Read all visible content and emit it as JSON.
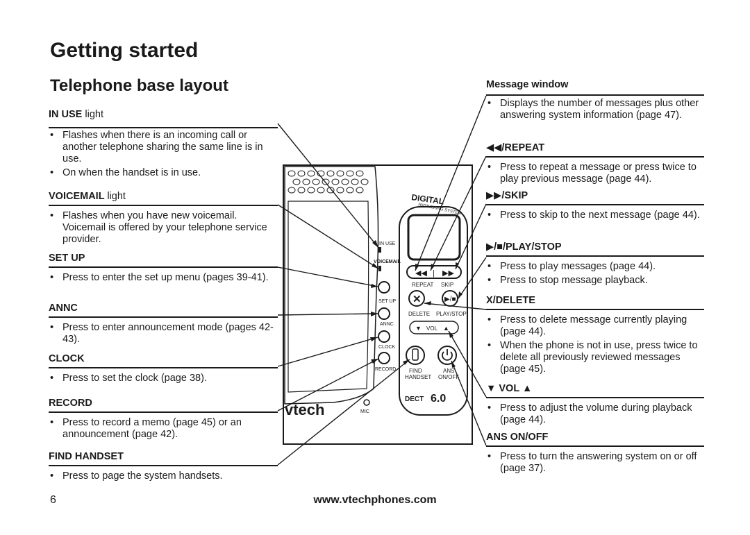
{
  "page": {
    "title": "Getting started",
    "subtitle": "Telephone base layout",
    "page_number": "6",
    "url": "www.vtechphones.com"
  },
  "left": {
    "in_use": {
      "label": "IN USE",
      "suffix": "light",
      "bullets": [
        "Flashes when there is an incoming call or another telephone sharing the same line is in use.",
        "On when the handset is in use."
      ]
    },
    "voicemail": {
      "label": "VOICEMAIL",
      "suffix": "light",
      "bullets": [
        "Flashes when you have new voicemail. Voicemail is offered by your telephone service provider."
      ]
    },
    "set_up": {
      "label": "SET UP",
      "bullets": [
        "Press to enter the set up menu (pages 39-41)."
      ]
    },
    "annc": {
      "label": "ANNC",
      "bullets": [
        "Press to enter announcement mode (pages 42-43)."
      ]
    },
    "clock": {
      "label": "CLOCK",
      "bullets": [
        "Press to set the clock (page 38)."
      ]
    },
    "record": {
      "label": "RECORD",
      "bullets": [
        "Press to record a memo (page 45) or an announcement (page 42)."
      ]
    },
    "find_handset": {
      "label": "FIND HANDSET",
      "bullets": [
        "Press to page the system handsets."
      ]
    }
  },
  "right": {
    "message_window": {
      "label": "Message window",
      "bullets": [
        "Displays the number of messages plus other answering system information (page 47)."
      ]
    },
    "repeat": {
      "icon": "rewind-icon",
      "label": "/REPEAT",
      "bullets": [
        "Press to repeat a message or press twice to play previous message (page 44)."
      ]
    },
    "skip": {
      "icon": "fast-forward-icon",
      "label": "/SKIP",
      "bullets": [
        "Press to skip to the next message (page 44)."
      ]
    },
    "play_stop": {
      "icon": "play-stop-icon",
      "label": "/PLAY/STOP",
      "bullets": [
        "Press to play messages (page 44).",
        "Press to stop message playback."
      ]
    },
    "delete": {
      "label": "X/DELETE",
      "bullets": [
        "Press to delete message currently playing (page 44).",
        "When the phone is not in use, press twice to delete all previously reviewed messages (page 45)."
      ]
    },
    "vol": {
      "label": "VOL",
      "bullets": [
        "Press to adjust the volume during playback (page 44)."
      ]
    },
    "ans_on_off": {
      "label": "ANS ON/OFF",
      "bullets": [
        "Press to turn the answering system on or off (page 37)."
      ]
    }
  },
  "device": {
    "brand": "vtech",
    "logo_line1": "DIGITAL",
    "logo_line2": "ANSWERING SYSTEM",
    "dect": "DECT",
    "dect_version": "6.0",
    "mic": "MIC",
    "labels": {
      "in_use": "IN USE",
      "voicemail": "VOICEMAIL",
      "set_up": "SET UP",
      "annc": "ANNC",
      "clock": "CLOCK",
      "record": "RECORD",
      "repeat": "REPEAT",
      "skip": "SKIP",
      "delete": "DELETE",
      "play_stop": "PLAY/STOP",
      "vol": "VOL",
      "find": "FIND",
      "handset": "HANDSET",
      "ans": "ANS",
      "on_off": "ON/OFF"
    }
  }
}
